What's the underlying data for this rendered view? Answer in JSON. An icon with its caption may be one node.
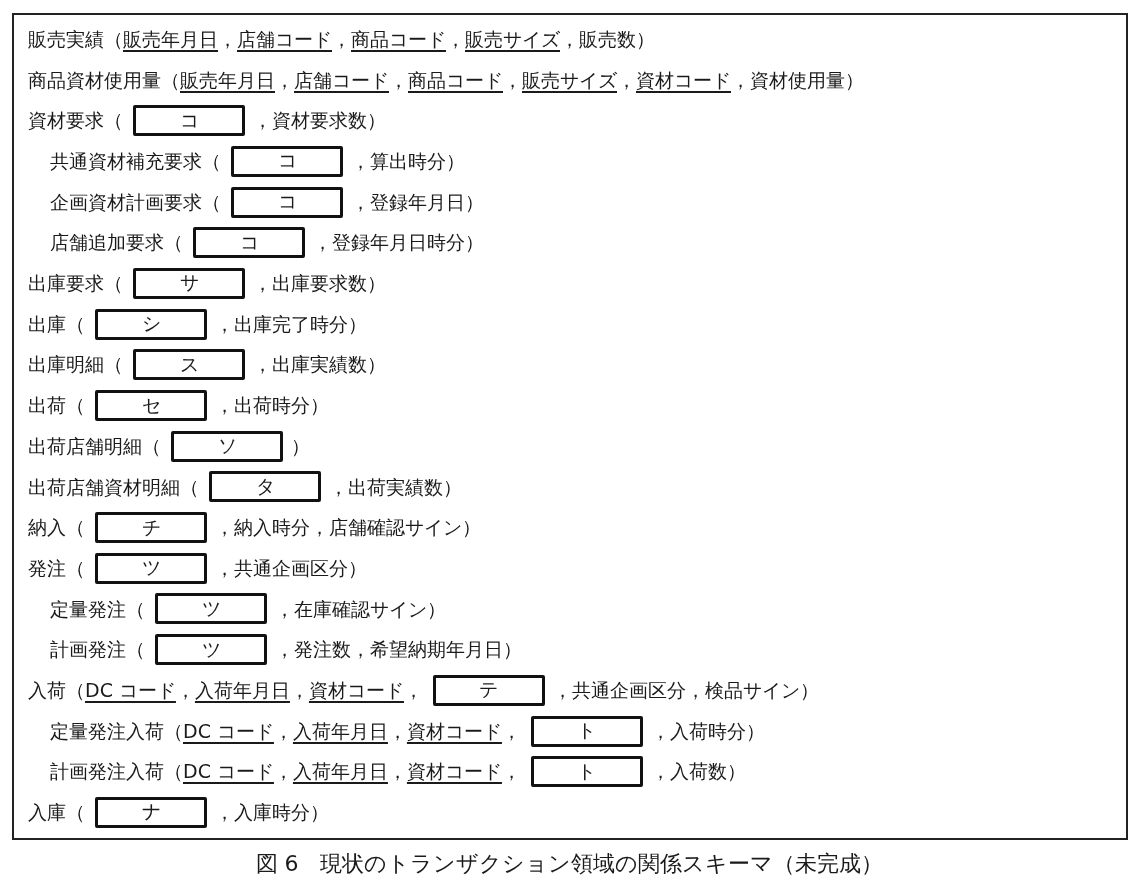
{
  "diagram": {
    "caption": "図 6　現状のトランザクション領域の関係スキーマ（未完成）",
    "nodes": [
      {
        "text": [],
        "shape": "box"
      },
      {
        "text": [
          "コ"
        ],
        "in": 0
      },
      {
        "text": [
          "コ"
        ],
        "in": 0
      },
      {
        "text": [
          "コ"
        ],
        "in": 0
      },
      {
        "text": [
          "コ"
        ],
        "in": 0
      },
      {
        "text": [
          "サ"
        ],
        "in": 0
      },
      {
        "text": [
          "シ"
        ],
        "in": 0
      },
      {
        "text": [
          "ス"
        ],
        "in": 0
      },
      {
        "text": [
          "セ"
        ],
        "in": 0
      },
      {
        "text": [
          "ソ"
        ],
        "in": 0
      },
      {
        "text": [
          "タ"
        ],
        "in": 0
      },
      {
        "text": [
          "チ"
        ],
        "in": 0
      },
      {
        "text": [
          "ツ"
        ],
        "in": 0
      },
      {
        "text": [
          "ツ"
        ],
        "in": 0
      },
      {
        "text": [
          "ツ"
        ],
        "in": 0
      },
      {
        "text": [
          "テ"
        ],
        "in": 0
      },
      {
        "text": [
          "ト"
        ],
        "in": 0
      },
      {
        "text": [
          "ト"
        ],
        "in": 0
      },
      {
        "text": [
          "ナ"
        ],
        "in": 0
      }
    ],
    "labels": [
      "販売実績（販売年月日，店舗コード，商品コード，販売サイズ，販売数）",
      "商品資材使用量（販売年月日，店舗コード，商品コード，販売サイズ，資材コード，資材使用量）",
      "資材要求（",
      "，資材要求数）",
      "共通資材補充要求（",
      "，算出時分）",
      "企画資材計画要求（",
      "，登録年月日）",
      "店舗追加要求（",
      "，登録年月日時分）",
      "出庫要求（",
      "，出庫要求数）",
      "出庫（",
      "，出庫完了時分）",
      "出庫明細（",
      "，出庫実績数）",
      "出荷（",
      "，出荷時分）",
      "出荷店舗明細（",
      "）",
      "出荷店舗資材明細（",
      "，出荷実績数）",
      "納入（",
      "，納入時分，店舗確認サイン）",
      "発注（",
      "，共通企画区分）",
      "定量発注（",
      "，在庫確認サイン）",
      "計画発注（",
      "，発注数，希望納期年月日）",
      "入荷（DC コード，入荷年月日，資材コード，",
      "，共通企画区分，検品サイン）",
      "定量発注入荷（DC コード，入荷年月日，資材コード，",
      "，入荷時分）",
      "計画発注入荷（DC コード，入荷年月日，資材コード，",
      "，入荷数）",
      "入庫（",
      "，入庫時分）"
    ]
  }
}
